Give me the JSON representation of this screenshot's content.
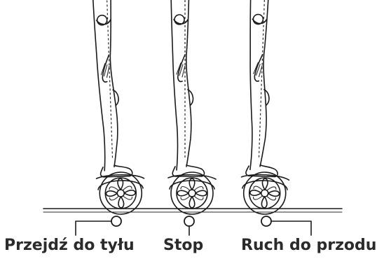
{
  "labels": {
    "backward": "Przejdź do tyłu",
    "stop": "Stop",
    "forward": "Ruch do przodu"
  },
  "colors": {
    "line": "#1a1a1a",
    "text": "#2b2b2b",
    "background": "#ffffff"
  },
  "figures": [
    {
      "position": "backward",
      "lean": "back"
    },
    {
      "position": "stop",
      "lean": "upright"
    },
    {
      "position": "forward",
      "lean": "forward"
    }
  ]
}
